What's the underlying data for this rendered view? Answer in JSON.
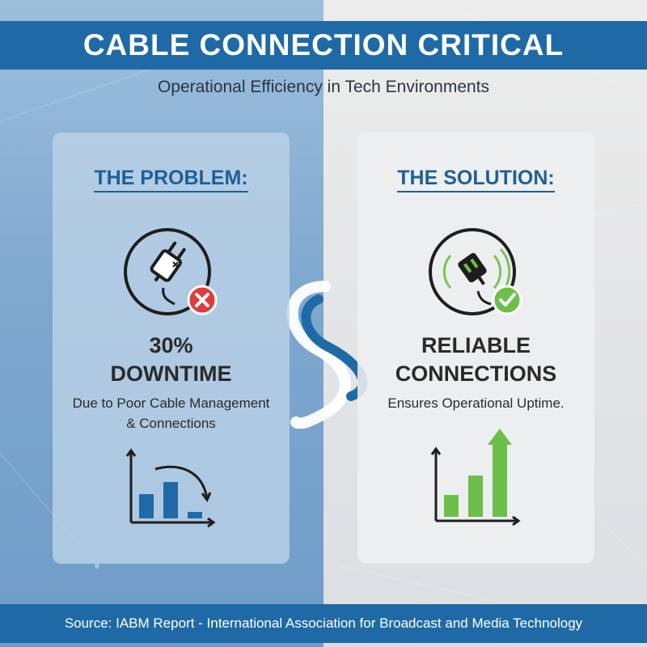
{
  "header": {
    "title": "CABLE CONNECTION CRITICAL",
    "subtitle": "Operational Efficiency in Tech Environments"
  },
  "problem": {
    "heading": "THE PROBLEM:",
    "icon": "unplugged-cable-icon",
    "badge_icon": "red-x-icon",
    "stat_line1": "30%",
    "stat_line2": "DOWNTIME",
    "description_line1": "Due to Poor Cable Management",
    "description_line2": "& Connections",
    "chart_icon": "declining-bar-chart-icon"
  },
  "solution": {
    "heading": "THE SOLUTION:",
    "icon": "connected-cable-icon",
    "badge_icon": "green-check-icon",
    "stat_line1": "RELIABLE",
    "stat_line2": "CONNECTIONS",
    "description": "Ensures Operational Uptime.",
    "chart_icon": "rising-bar-chart-icon"
  },
  "footer": {
    "source": "Source: IABM Report - International Association for Broadcast and Media Technology"
  },
  "colors": {
    "brand_blue": "#1f6aa6",
    "heading_blue": "#1f5f99",
    "danger_red": "#e23b3b",
    "success_green": "#6cc04a"
  }
}
